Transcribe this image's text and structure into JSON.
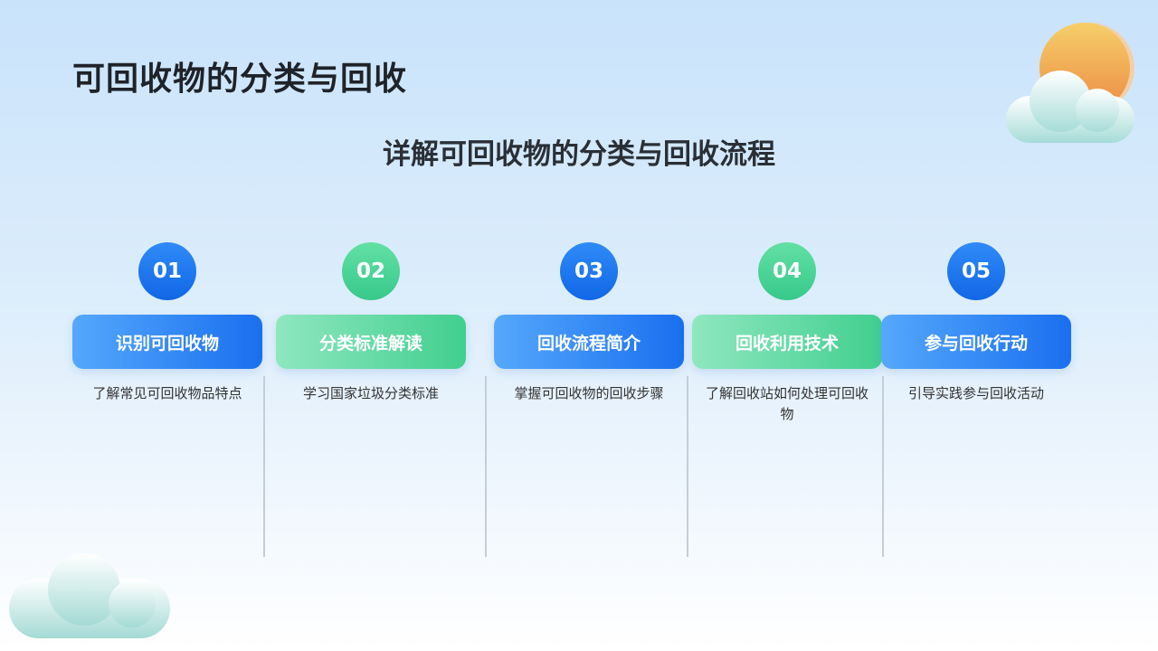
{
  "title": "可回收物的分类与回收",
  "subtitle": "详解可回收物的分类与回收流程",
  "steps": [
    {
      "num": "01",
      "label": "识别可回收物",
      "desc": "了解常见可回收物品特点",
      "theme": "blue"
    },
    {
      "num": "02",
      "label": "分类标准解读",
      "desc": "学习国家垃圾分类标准",
      "theme": "green"
    },
    {
      "num": "03",
      "label": "回收流程简介",
      "desc": "掌握可回收物的回收步骤",
      "theme": "blue"
    },
    {
      "num": "04",
      "label": "回收利用技术",
      "desc": "了解回收站如何处理可回收物",
      "theme": "green"
    },
    {
      "num": "05",
      "label": "参与回收行动",
      "desc": "引导实践参与回收活动",
      "theme": "blue"
    }
  ],
  "colors": {
    "blue": "#1a6ff0",
    "green": "#41cf8f",
    "sun": "#f0a04a"
  },
  "icons": [
    "sun-icon",
    "cloud-icon"
  ]
}
